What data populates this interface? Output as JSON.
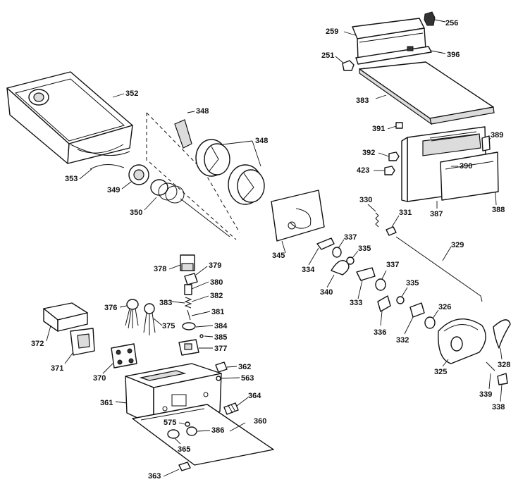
{
  "diagram": {
    "line_color": "#111111",
    "background": "#ffffff",
    "callouts": [
      {
        "id": "c256",
        "text": "256"
      },
      {
        "id": "c259",
        "text": "259"
      },
      {
        "id": "c251",
        "text": "251"
      },
      {
        "id": "c396",
        "text": "396"
      },
      {
        "id": "c383a",
        "text": "383"
      },
      {
        "id": "c352",
        "text": "352"
      },
      {
        "id": "c348a",
        "text": "348"
      },
      {
        "id": "c348b",
        "text": "348"
      },
      {
        "id": "c391",
        "text": "391"
      },
      {
        "id": "c389",
        "text": "389"
      },
      {
        "id": "c392",
        "text": "392"
      },
      {
        "id": "c390",
        "text": "390"
      },
      {
        "id": "c423",
        "text": "423"
      },
      {
        "id": "c353",
        "text": "353"
      },
      {
        "id": "c349",
        "text": "349"
      },
      {
        "id": "c387",
        "text": "387"
      },
      {
        "id": "c388",
        "text": "388"
      },
      {
        "id": "c330",
        "text": "330"
      },
      {
        "id": "c331",
        "text": "331"
      },
      {
        "id": "c350",
        "text": "350"
      },
      {
        "id": "c337a",
        "text": "337"
      },
      {
        "id": "c345",
        "text": "345"
      },
      {
        "id": "c329",
        "text": "329"
      },
      {
        "id": "c335a",
        "text": "335"
      },
      {
        "id": "c378",
        "text": "378"
      },
      {
        "id": "c379",
        "text": "379"
      },
      {
        "id": "c334",
        "text": "334"
      },
      {
        "id": "c337b",
        "text": "337"
      },
      {
        "id": "c380",
        "text": "380"
      },
      {
        "id": "c340",
        "text": "340"
      },
      {
        "id": "c382",
        "text": "382"
      },
      {
        "id": "c335b",
        "text": "335"
      },
      {
        "id": "c383b",
        "text": "383"
      },
      {
        "id": "c333",
        "text": "333"
      },
      {
        "id": "c376",
        "text": "376"
      },
      {
        "id": "c326",
        "text": "326"
      },
      {
        "id": "c381",
        "text": "381"
      },
      {
        "id": "c375",
        "text": "375"
      },
      {
        "id": "c384",
        "text": "384"
      },
      {
        "id": "c336",
        "text": "336"
      },
      {
        "id": "c332",
        "text": "332"
      },
      {
        "id": "c385",
        "text": "385"
      },
      {
        "id": "c372",
        "text": "372"
      },
      {
        "id": "c377",
        "text": "377"
      },
      {
        "id": "c328",
        "text": "328"
      },
      {
        "id": "c371",
        "text": "371"
      },
      {
        "id": "c325",
        "text": "325"
      },
      {
        "id": "c362",
        "text": "362"
      },
      {
        "id": "c370",
        "text": "370"
      },
      {
        "id": "c563",
        "text": "563"
      },
      {
        "id": "c339",
        "text": "339"
      },
      {
        "id": "c361",
        "text": "361"
      },
      {
        "id": "c364",
        "text": "364"
      },
      {
        "id": "c338",
        "text": "338"
      },
      {
        "id": "c360",
        "text": "360"
      },
      {
        "id": "c575",
        "text": "575"
      },
      {
        "id": "c386",
        "text": "386"
      },
      {
        "id": "c365",
        "text": "365"
      },
      {
        "id": "c363",
        "text": "363"
      }
    ]
  }
}
